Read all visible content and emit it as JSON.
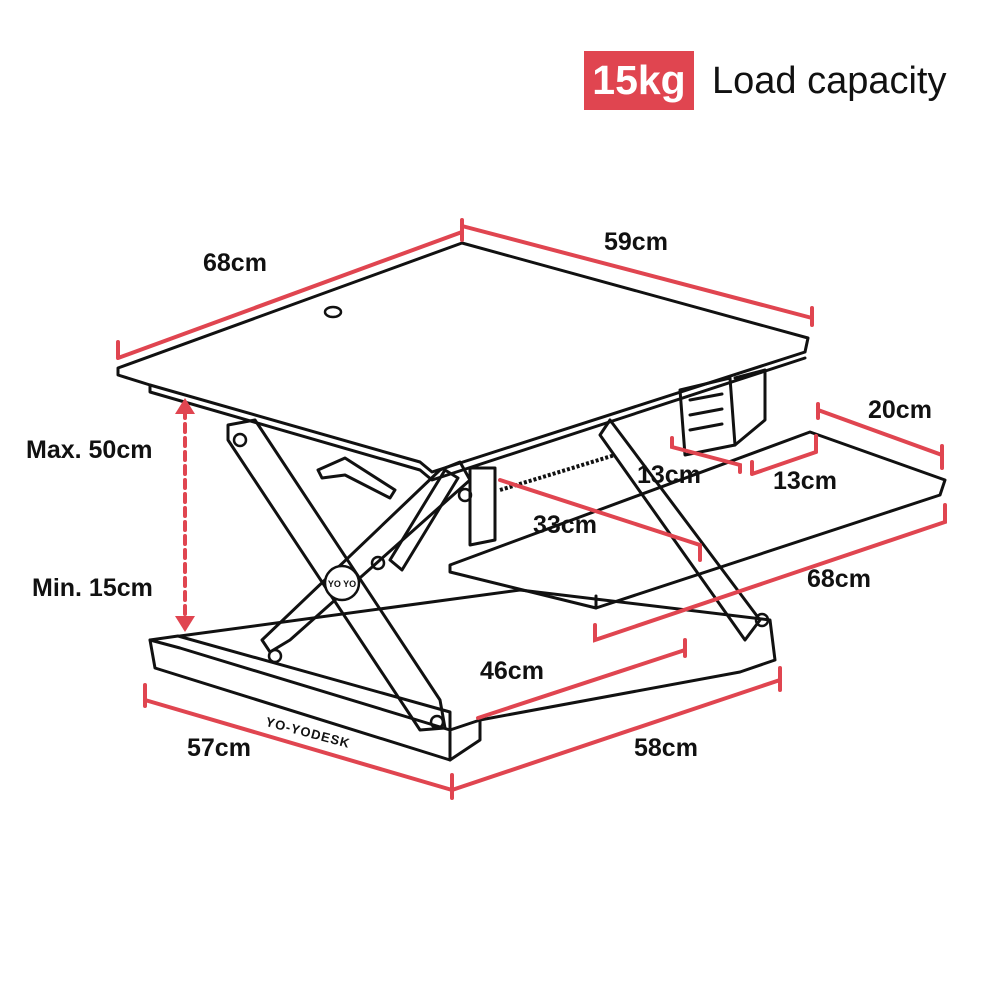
{
  "header": {
    "badge": "15kg",
    "caption": "Load capacity",
    "badge_color": "#e04550"
  },
  "dimensions": {
    "top_depth": "68cm",
    "top_width": "59cm",
    "max_height": "Max. 50cm",
    "min_height": "Min. 15cm",
    "keyboard_depth": "20cm",
    "bracket_left": "13cm",
    "bracket_right": "13cm",
    "tray_setback": "33cm",
    "keyboard_width": "68cm",
    "base_inner": "46cm",
    "base_depth": "57cm",
    "base_width": "58cm"
  },
  "product": {
    "brand": "YO-YODESK",
    "logo_text": "YO YO"
  },
  "colors": {
    "dimension_line": "#e04550",
    "outline": "#111111"
  }
}
